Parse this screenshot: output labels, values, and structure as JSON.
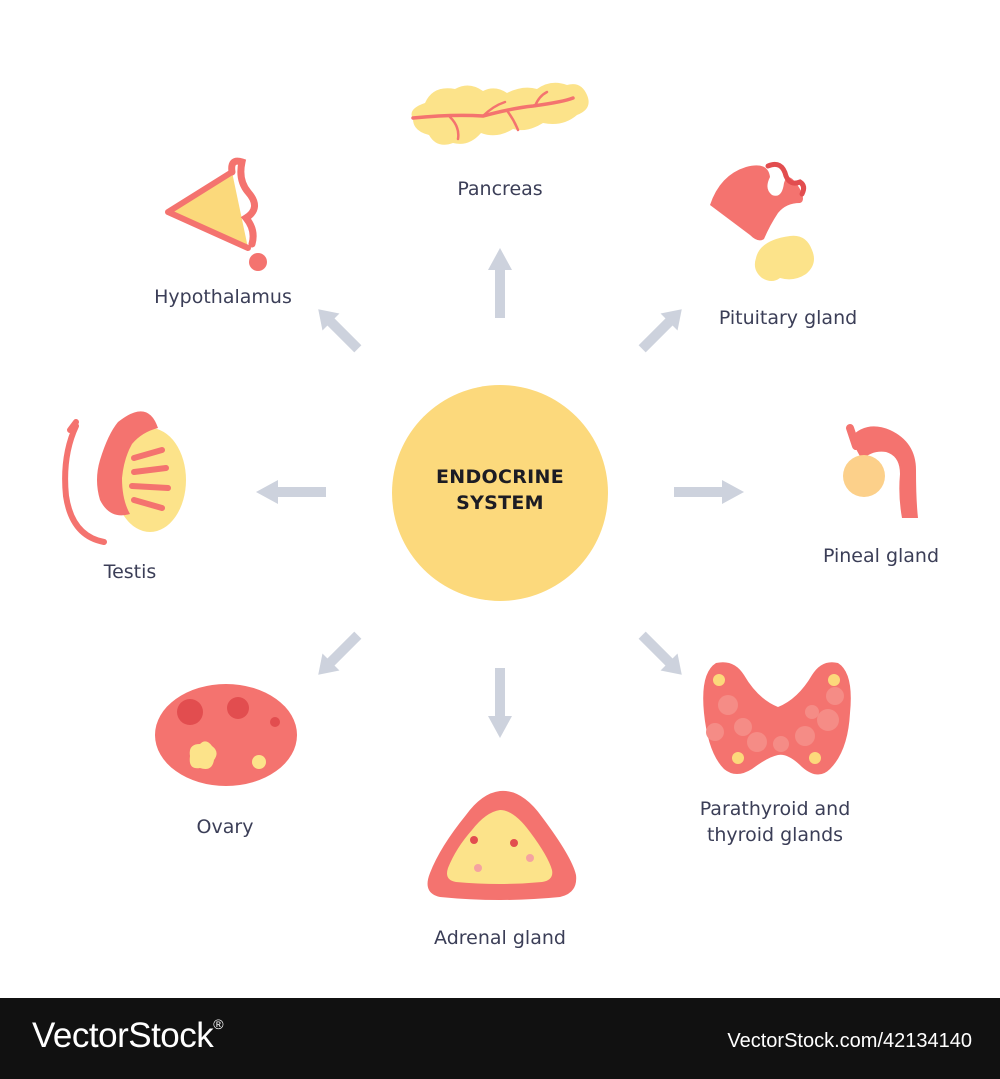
{
  "center": {
    "line1": "ENDOCRINE",
    "line2": "SYSTEM"
  },
  "organs": {
    "pancreas": "Pancreas",
    "hypothalamus": "Hypothalamus",
    "pituitary": "Pituitary gland",
    "testis": "Testis",
    "pineal": "Pineal gland",
    "ovary": "Ovary",
    "thyroid_line1": "Parathyroid and",
    "thyroid_line2": "thyroid glands",
    "adrenal": "Adrenal gland"
  },
  "footer": {
    "brand": "VectorStock",
    "trademark": "®",
    "stock_id": "VectorStock.com/42134140"
  },
  "colors": {
    "coral": "#f4736f",
    "dark_coral": "#e24d4f",
    "yellow": "#fbd97b",
    "light_yellow": "#fce38a",
    "arrow": "#cdd2dd",
    "text": "#3b3e57"
  }
}
